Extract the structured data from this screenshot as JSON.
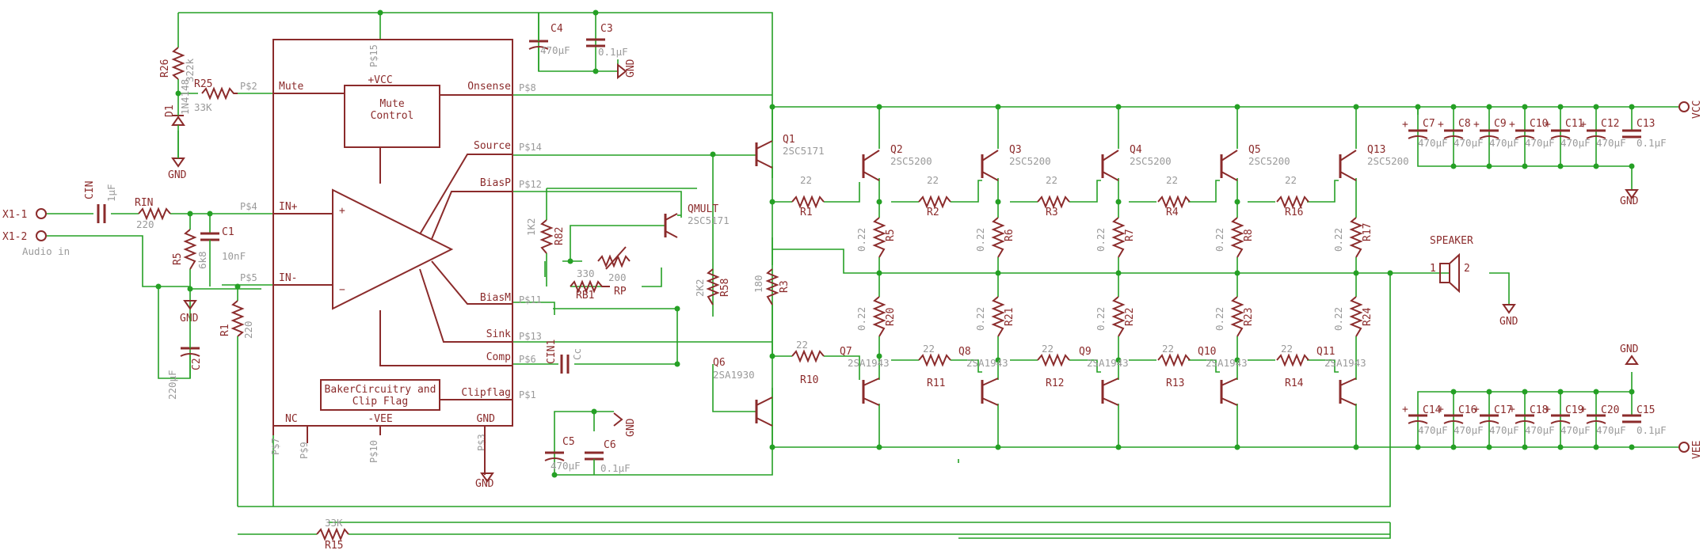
{
  "ic": {
    "pins_left": [
      "Mute",
      "IN+",
      "IN-",
      "NC"
    ],
    "pins_top": "+VCC",
    "pins_bottom": "-VEE",
    "pins_right": [
      "Onsense",
      "Source",
      "BiasP",
      "BiasM",
      "Sink",
      "Comp",
      "Clipflag",
      "GND"
    ],
    "mute_block": [
      "Mute",
      "Control"
    ],
    "baker_block": [
      "BakerCircuitry and",
      "Clip Flag"
    ],
    "pad_names": [
      "P$2",
      "P$4",
      "P$5",
      "P$7",
      "P$9",
      "P$15",
      "P$8",
      "P$14",
      "P$12",
      "P$11",
      "P$13",
      "P$6",
      "P$1",
      "P$3",
      "P$10"
    ],
    "amp_plus": "+",
    "amp_minus": "−"
  },
  "connectors": [
    {
      "name": "X1-1"
    },
    {
      "name": "X1-2",
      "note": "Audio in"
    },
    {
      "name": "VCC"
    },
    {
      "name": "VEE"
    }
  ],
  "gnd_label": "GND",
  "resistors": [
    {
      "name": "R26",
      "value": "322k"
    },
    {
      "name": "R25",
      "value": "33K"
    },
    {
      "name": "RIN",
      "value": "220"
    },
    {
      "name": "R5b",
      "value": "6k8"
    },
    {
      "name": "R5b_name",
      "value": "R5"
    },
    {
      "name": "R1b",
      "value": "220"
    },
    {
      "name": "R1b_name",
      "value": "R1"
    },
    {
      "name": "R82",
      "value": "1K2"
    },
    {
      "name": "RB1",
      "value": "330"
    },
    {
      "name": "RP",
      "value": "200"
    },
    {
      "name": "R58",
      "value": "2K2"
    },
    {
      "name": "R3v",
      "value": "180"
    },
    {
      "name": "R3v_name",
      "value": "R3"
    },
    {
      "name": "R15",
      "value": "33K"
    }
  ],
  "capacitors": [
    {
      "name": "CIN",
      "value": "1μF"
    },
    {
      "name": "C1",
      "value": "10nF"
    },
    {
      "name": "C2",
      "value": "220μF"
    },
    {
      "name": "C4",
      "value": "470μF"
    },
    {
      "name": "C3",
      "value": "0.1μF"
    },
    {
      "name": "C5",
      "value": "470μF"
    },
    {
      "name": "C6",
      "value": "0.1μF"
    },
    {
      "name": "CIN1",
      "value": "Cc"
    }
  ],
  "diode": {
    "name": "D1",
    "value": "1N4148"
  },
  "qmult": {
    "name": "QMULT",
    "value": "2SC5171"
  },
  "q_top_driver": {
    "name": "Q1",
    "value": "2SC5171"
  },
  "q_bot_driver": {
    "name": "Q6",
    "value": "2SA1930"
  },
  "npn_outputs": [
    {
      "name": "Q2",
      "value": "2SC5200"
    },
    {
      "name": "Q3",
      "value": "2SC5200"
    },
    {
      "name": "Q4",
      "value": "2SC5200"
    },
    {
      "name": "Q5",
      "value": "2SC5200"
    },
    {
      "name": "Q13",
      "value": "2SC5200"
    }
  ],
  "pnp_outputs": [
    {
      "name": "Q7",
      "value": "2SA1943"
    },
    {
      "name": "Q8",
      "value": "2SA1943"
    },
    {
      "name": "Q9",
      "value": "2SA1943"
    },
    {
      "name": "Q10",
      "value": "2SA1943"
    },
    {
      "name": "Q11",
      "value": "2SA1943"
    }
  ],
  "base_res_top": [
    {
      "name": "R1",
      "value": "22"
    },
    {
      "name": "R2",
      "value": "22"
    },
    {
      "name": "R3",
      "value": "22"
    },
    {
      "name": "R4",
      "value": "22"
    },
    {
      "name": "R16",
      "value": "22"
    }
  ],
  "base_res_bot": [
    {
      "name": "R10",
      "value": "22"
    },
    {
      "name": "R11",
      "value": "22"
    },
    {
      "name": "R12",
      "value": "22"
    },
    {
      "name": "R13",
      "value": "22"
    },
    {
      "name": "R14",
      "value": "22"
    }
  ],
  "emit_res_top": [
    {
      "name": "R5",
      "value": "0.22"
    },
    {
      "name": "R6",
      "value": "0.22"
    },
    {
      "name": "R7",
      "value": "0.22"
    },
    {
      "name": "R8",
      "value": "0.22"
    },
    {
      "name": "R17",
      "value": "0.22"
    }
  ],
  "emit_res_bot": [
    {
      "name": "R20",
      "value": "0.22"
    },
    {
      "name": "R21",
      "value": "0.22"
    },
    {
      "name": "R22",
      "value": "0.22"
    },
    {
      "name": "R23",
      "value": "0.22"
    },
    {
      "name": "R24",
      "value": "0.22"
    }
  ],
  "vcc_caps": [
    {
      "name": "C7",
      "value": "470μF"
    },
    {
      "name": "C8",
      "value": "470μF"
    },
    {
      "name": "C9",
      "value": "470μF"
    },
    {
      "name": "C10",
      "value": "470μF"
    },
    {
      "name": "C11",
      "value": "470μF"
    },
    {
      "name": "C12",
      "value": "470μF"
    },
    {
      "name": "C13",
      "value": "0.1μF"
    }
  ],
  "vee_caps": [
    {
      "name": "C14",
      "value": "470μF"
    },
    {
      "name": "C16",
      "value": "470μF"
    },
    {
      "name": "C17",
      "value": "470μF"
    },
    {
      "name": "C18",
      "value": "470μF"
    },
    {
      "name": "C19",
      "value": "470μF"
    },
    {
      "name": "C20",
      "value": "470μF"
    },
    {
      "name": "C15",
      "value": "0.1μF"
    }
  ],
  "speaker": {
    "name": "SPEAKER",
    "pin1": "1",
    "pin2": "2"
  }
}
